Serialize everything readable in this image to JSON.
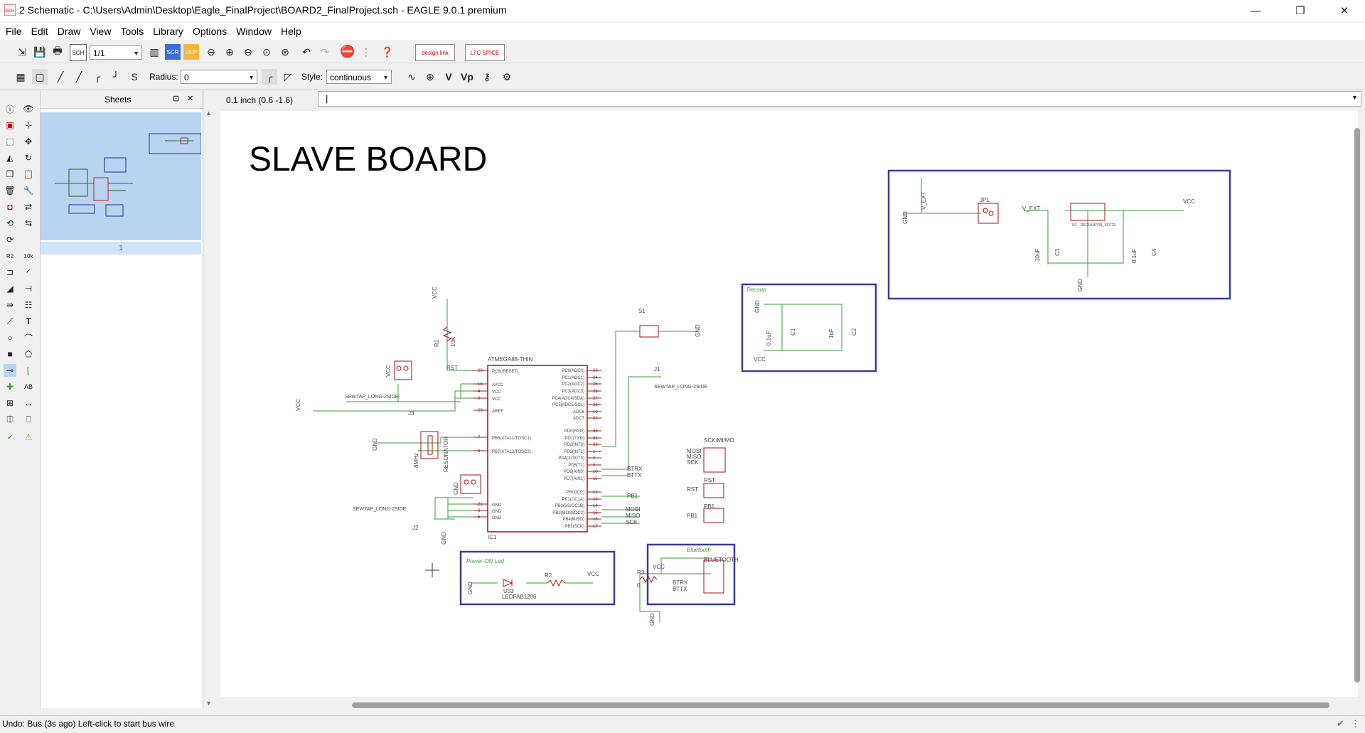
{
  "window": {
    "title": "2 Schematic - C:\\Users\\Admin\\Desktop\\Eagle_FinalProject\\BOARD2_FinalProject.sch - EAGLE 9.0.1 premium",
    "icon_text": "SCH",
    "controls": {
      "minimize": "—",
      "maximize": "❐",
      "close": "✕"
    }
  },
  "menu": [
    "File",
    "Edit",
    "Draw",
    "View",
    "Tools",
    "Library",
    "Options",
    "Window",
    "Help"
  ],
  "toolbar1": {
    "sheet_select": "1/1",
    "design_link": "design link",
    "ltspice": "LTC SPICE"
  },
  "toolbar2": {
    "radius_label": "Radius:",
    "radius_value": "0",
    "style_label": "Style:",
    "style_value": "continuous"
  },
  "sheets_panel": {
    "title": "Sheets",
    "pin_icon": "⊡",
    "close_icon": "✕",
    "sheet_number": "1"
  },
  "coordinates": "0.1 inch (0.6 -1.6)",
  "command_input": "",
  "status": "Undo: Bus (3s ago) Left-click to start bus wire",
  "schematic": {
    "heading": "SLAVE BOARD",
    "mcu_name": "ATMEGA88-THIN",
    "mcu_ref": "IC1",
    "mcu_left_pins": [
      "PC6(/RESET)",
      "AVCC",
      "VCC",
      "VCC",
      "AREF",
      "PB6(XTAL1/TOSC1)",
      "PB7(XTAL2/TOSC2)",
      "GND",
      "GND",
      "GND"
    ],
    "mcu_left_nums": [
      "29",
      "18",
      "4",
      "6",
      "20",
      "7",
      "8",
      "21",
      "3",
      "5"
    ],
    "mcu_right_pins": [
      "PC0(ADC0)",
      "PC1(ADC1)",
      "PC2(ADC2)",
      "PC3(ADC3)",
      "PC4(ADC4/SDA)",
      "PC5(ADC5/SCL)",
      "ADC6",
      "ADC7",
      "PD0(RXD)",
      "PD1(TXD)",
      "PD2(INT0)",
      "PD3(INT1)",
      "PD4(XCK/T0)",
      "PD5(T1)",
      "PD6(AIN0)",
      "PD7(AIN1)",
      "PB0(ICP)",
      "PB1(OC1A)",
      "PB2(SS/OC1B)",
      "PB3(MOSI/OC2)",
      "PB4(MISO)",
      "PB5(SCK)"
    ],
    "mcu_right_nums": [
      "23",
      "24",
      "25",
      "26",
      "27",
      "28",
      "19",
      "22",
      "30",
      "31",
      "32",
      "1",
      "2",
      "9",
      "10",
      "11",
      "12",
      "13",
      "14",
      "15",
      "16",
      "17"
    ],
    "labels": {
      "vcc": "VCC",
      "gnd": "GND",
      "rst": "RST",
      "r1": "R1",
      "r1_val": "10K",
      "s1": "S1",
      "j1": "J1",
      "j2": "J2",
      "j3": "J3",
      "sewtap": "SEWTAP_LONG-2SIDE",
      "resonator": "RESONATOR",
      "freq": "8MHz",
      "btrx": "BTRX",
      "bttx": "BTTX",
      "pb1": "PB1",
      "mosi": "MOSI",
      "miso": "MISO",
      "sck": "SCK",
      "sck_header": "SCK/MI/MO",
      "jp1": "JP1",
      "v_ext": "V_EXT",
      "regulator": "REGULATOR_SOT23",
      "u1": "U1",
      "c3": "C3",
      "c4": "C4",
      "c3_val": "10uF",
      "c4_val": "0.1uF",
      "decoup": "Decoup",
      "c1": "C1",
      "c2": "C2",
      "c1_val": "0.1uF",
      "c2_val": "1uF",
      "power_led": "Power-ON Led",
      "r2": "R2",
      "u33": "U33",
      "led": "LEDFAB1206",
      "bluetooth_box": "Bluetooth",
      "bluetooth": "BLUETOOTH",
      "r3": "R3",
      "zero": "0"
    }
  },
  "colors": {
    "wire": "#3a9a3a",
    "part": "#a01010",
    "frame": "#3a3a9a",
    "text": "#444444",
    "selection": "#b8d4f0"
  }
}
